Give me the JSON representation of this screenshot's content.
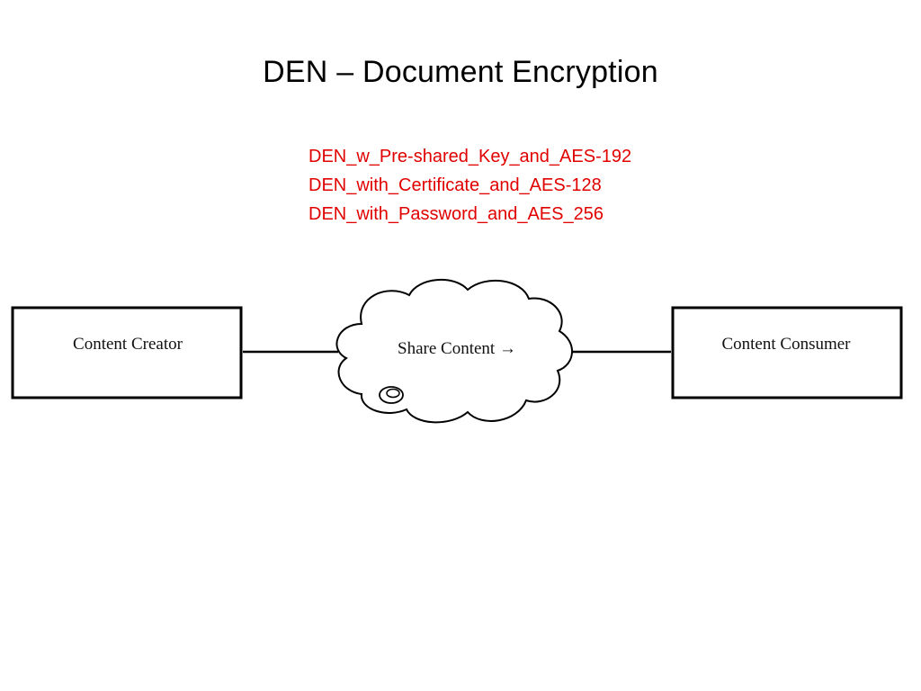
{
  "slide": {
    "title": "DEN – Document Encryption"
  },
  "variants": [
    "DEN_w_Pre-shared_Key_and_AES-192",
    "DEN_with_Certificate_and_AES-128",
    "DEN_with_Password_and_AES_256"
  ],
  "diagram": {
    "creator_label": "Content Creator",
    "cloud_label": "Share Content →",
    "consumer_label": "Content Consumer"
  },
  "colors": {
    "title": "#000000",
    "variants": "#e00000",
    "diagram_stroke": "#000000"
  }
}
